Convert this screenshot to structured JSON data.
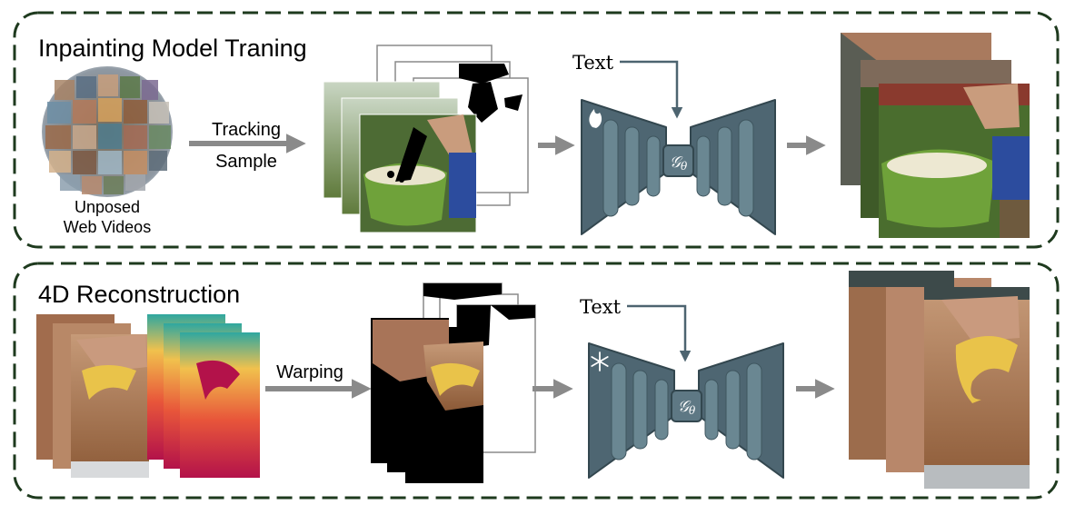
{
  "top": {
    "title": "Inpainting Model Traning",
    "input_caption": "Unposed\nWeb Videos",
    "input_caption_line1": "Unposed",
    "input_caption_line2": "Web Videos",
    "arrow_label_1": "Tracking",
    "arrow_label_2": "Sample",
    "text_label": "Text",
    "model_symbol": "𝒢",
    "model_subscript": "θ",
    "model_state_icon": "flame-icon"
  },
  "bottom": {
    "title": "4D Reconstruction",
    "arrow_label": "Warping",
    "text_label": "Text",
    "model_symbol": "𝒢",
    "model_subscript": "θ",
    "model_state_icon": "snowflake-icon"
  },
  "colors": {
    "panel_border": "#1e3a1e",
    "arrow": "#8a8a8a",
    "model_fill": "#4e6672",
    "model_edge": "#33474f",
    "model_inner": "#6a8792",
    "text_arrow": "#4d6470"
  }
}
